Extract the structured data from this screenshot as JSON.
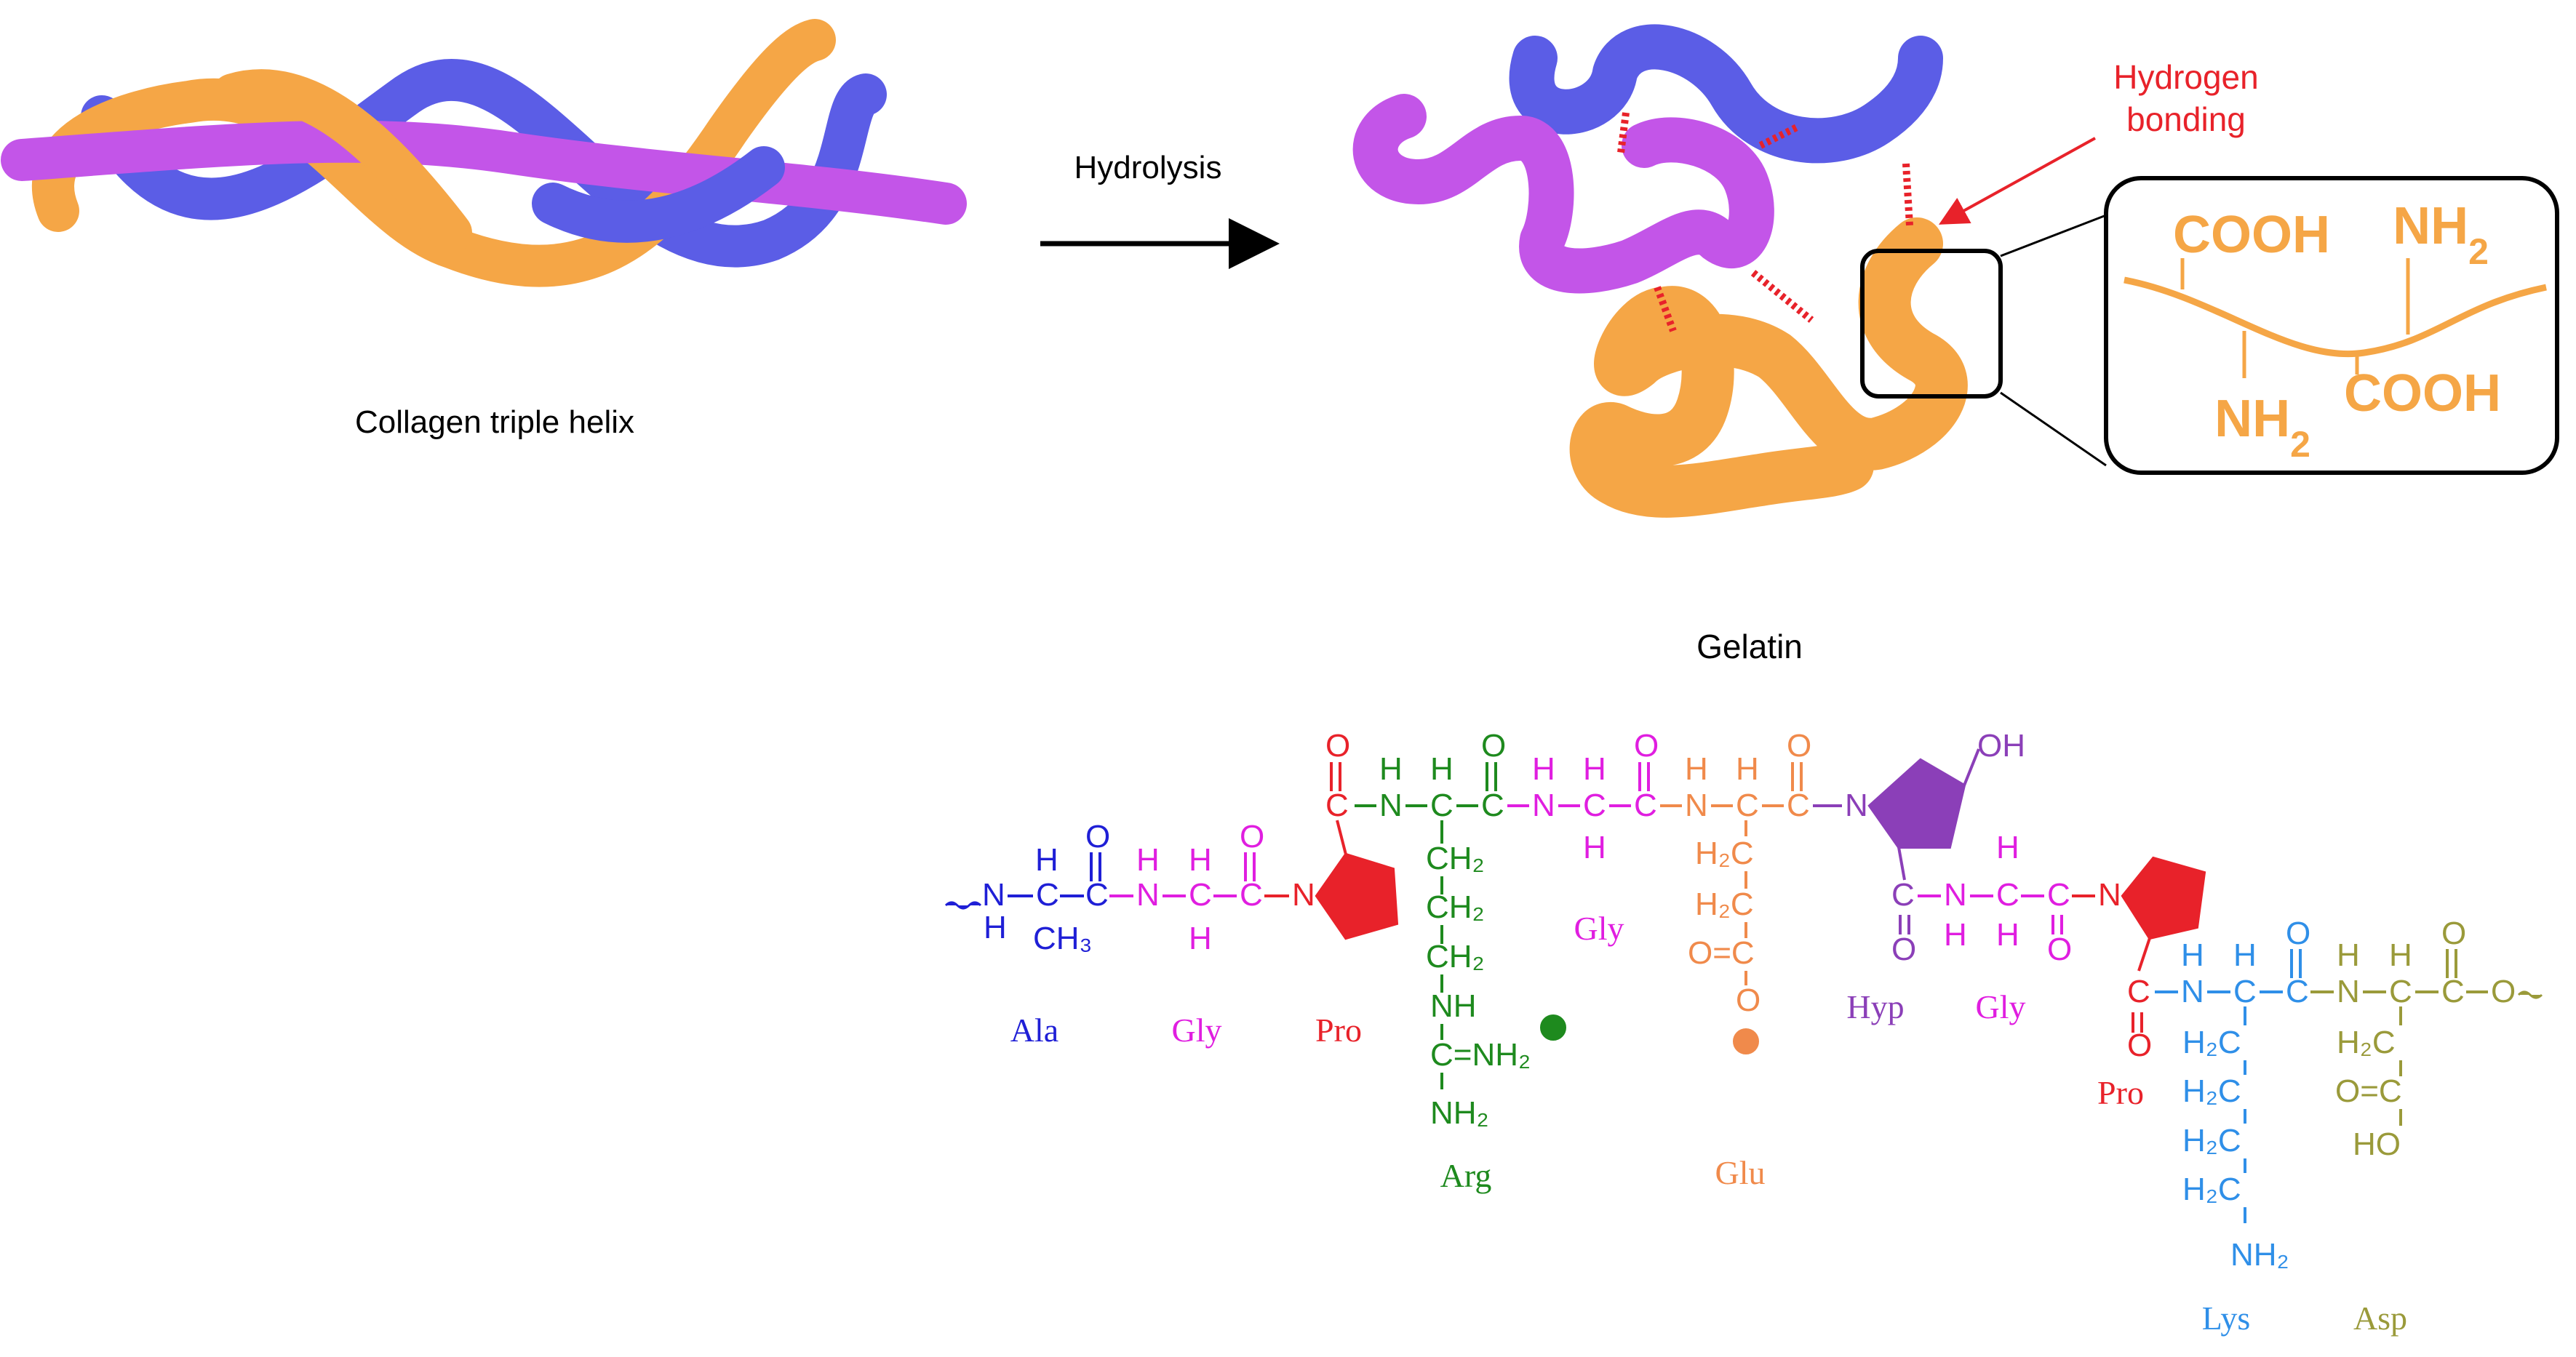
{
  "collagen": {
    "label": "Collagen triple helix"
  },
  "arrow": {
    "label": "Hydrolysis"
  },
  "gelatin": {
    "hbond_label_line1": "Hydrogen",
    "hbond_label_line2": "bonding",
    "zoom": {
      "cooh_top": "COOH",
      "nh2_top": "NH2",
      "nh2_bottom": "NH2",
      "cooh_bottom": "COOH"
    },
    "title": "Gelatin"
  },
  "residues": {
    "ala": "Ala",
    "gly1": "Gly",
    "pro1": "Pro",
    "arg": "Arg",
    "gly2": "Gly",
    "glu": "Glu",
    "hyp": "Hyp",
    "gly3": "Gly",
    "pro2": "Pro",
    "lys": "Lys",
    "asp": "Asp"
  },
  "colors": {
    "strand_blue": "#5b5de6",
    "strand_purple": "#c355e8",
    "strand_orange": "#f5a646",
    "hbond": "#e8222a",
    "ala": "#1f1fd6",
    "gly": "#e01ee0",
    "pro": "#e8222a",
    "arg": "#1e8a1e",
    "glu": "#f08a4b",
    "hyp": "#8b3fb8",
    "lys": "#2f8fe8",
    "asp": "#9a9a3a"
  }
}
